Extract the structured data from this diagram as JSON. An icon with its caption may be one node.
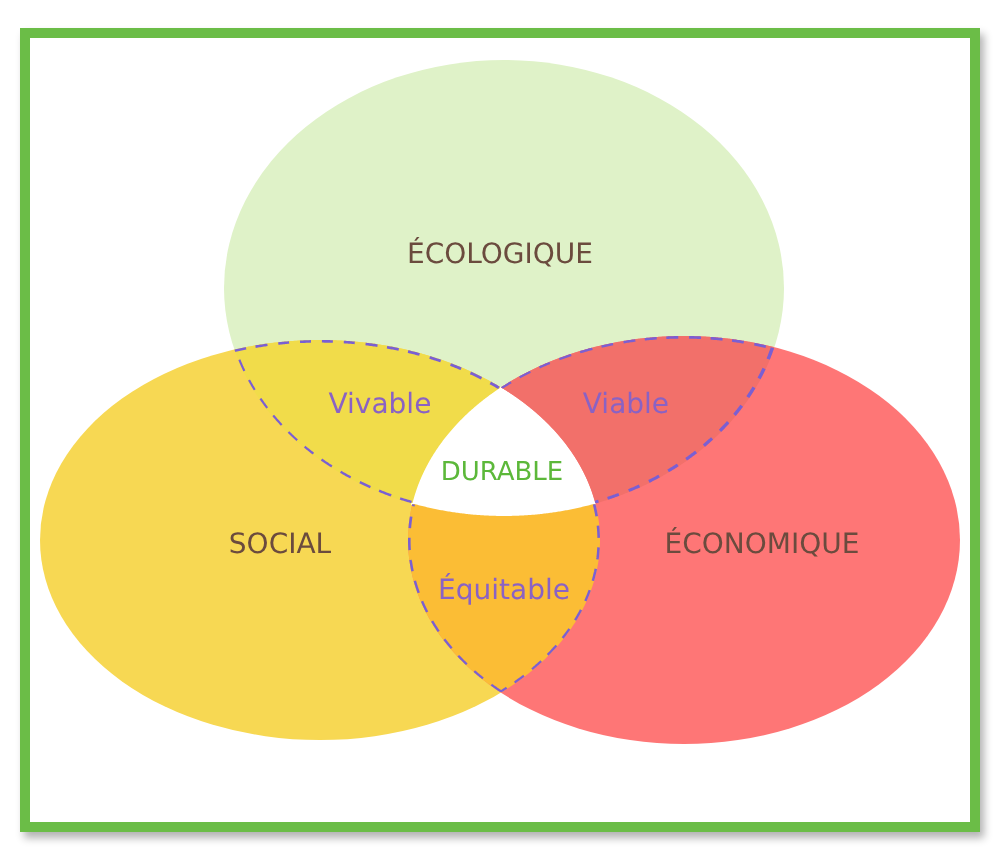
{
  "diagram": {
    "nodes": [
      {
        "text": [
          "ÉCOLOGIQUE"
        ]
      },
      {
        "text": [
          "Vivable"
        ]
      },
      {
        "text": [
          "Viable"
        ]
      },
      {
        "text": [
          "DURABLE"
        ]
      },
      {
        "text": [
          "SOCIAL"
        ]
      },
      {
        "text": [
          "ÉCONOMIQUE"
        ]
      },
      {
        "text": [
          "Équitable"
        ]
      }
    ]
  }
}
